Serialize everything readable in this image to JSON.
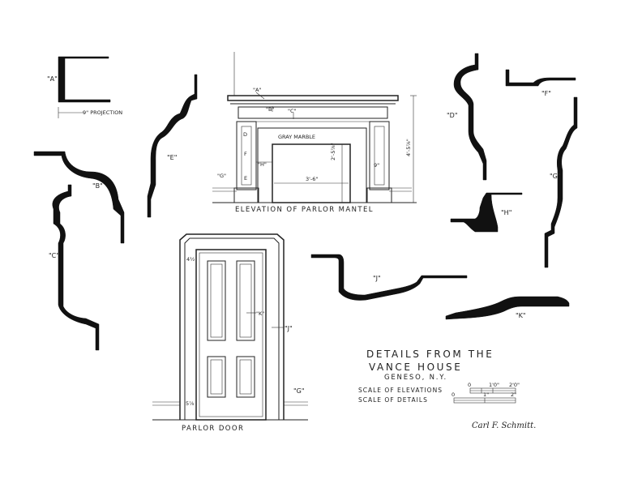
{
  "title": {
    "line1": "DETAILS FROM THE",
    "line2": "VANCE HOUSE",
    "line3": "GENESO, N.Y."
  },
  "scales": {
    "elevations_label": "SCALE OF ELEVATIONS",
    "details_label": "SCALE OF DETAILS",
    "elev_tick_0": "0",
    "elev_tick_1": "1'0\"",
    "elev_tick_2": "2'0\"",
    "det_tick_0": "0",
    "det_tick_1": "1\"",
    "det_tick_2": "2\""
  },
  "mantel": {
    "caption": "ELEVATION OF PARLOR MANTEL",
    "marble_label": "GRAY MARBLE",
    "opening_width": "3'-6\"",
    "opening_height": "2'-5⅞\"",
    "overall_height": "4'-5⅞\"",
    "pilaster_dim": "9\"",
    "labels": {
      "a": "\"A\"",
      "b": "\"B\"",
      "c": "\"C\"",
      "d": "D",
      "f": "F",
      "e": "E",
      "h": "\"H\"",
      "g": "\"G\""
    }
  },
  "door": {
    "caption": "PARLOR DOOR",
    "top_dim": "4½",
    "base_dim": "5⅞",
    "labels": {
      "k": "\"K\"",
      "j": "\"J\"",
      "g": "\"G\""
    }
  },
  "profiles": {
    "a": "\"A\"",
    "a_projection": "9\" PROJECTION",
    "b": "\"B\"",
    "c": "\"C\"",
    "d": "\"D\"",
    "e": "\"E\"",
    "f": "\"F\"",
    "g": "\"G\"",
    "h": "\"H\"",
    "j": "\"J\"",
    "k": "\"K\""
  },
  "signature": "Carl F. Schmitt."
}
